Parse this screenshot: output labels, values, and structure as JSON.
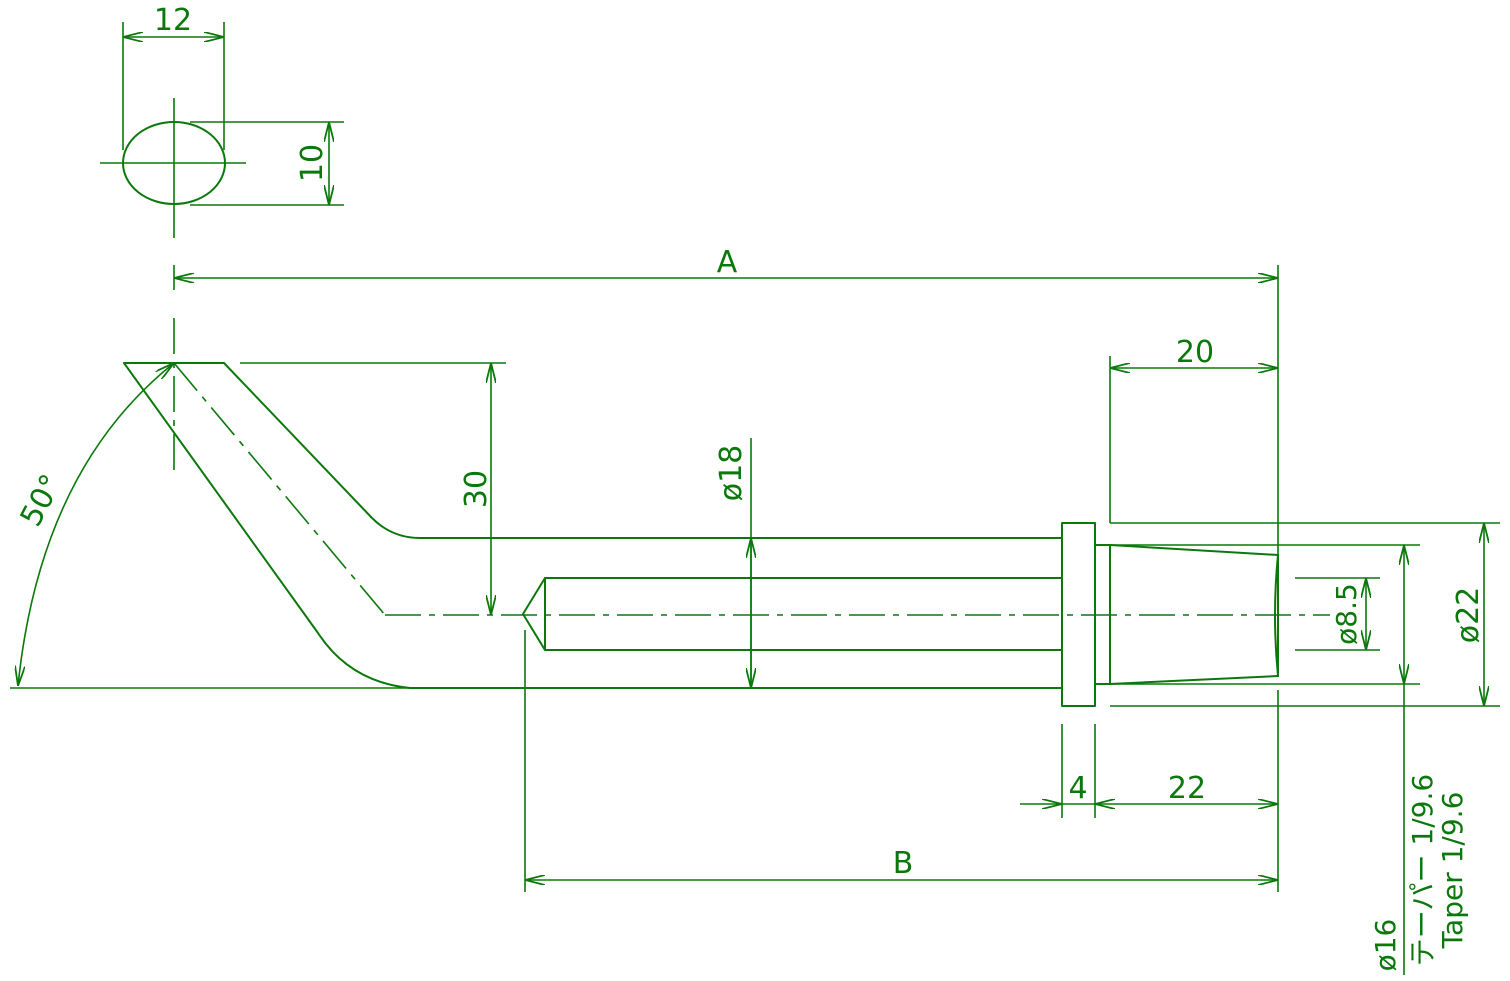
{
  "colors": {
    "ink": "#0b780b",
    "background": "#ffffff"
  },
  "dimensions": {
    "oval_width": "12",
    "oval_height": "10",
    "overall_length": "A",
    "shaft_length": "B",
    "bend_height": "30",
    "bend_angle": "50°",
    "shaft_diameter": "ø18",
    "bore_diameter": "ø8.5",
    "flange_diameter": "ø22",
    "taper_diameter": "ø16",
    "flange_thickness": "4",
    "taper_length": "22",
    "top_length": "20"
  },
  "notes": {
    "taper_jp": "テーパー 1/9.6",
    "taper_en": "Taper 1/9.6"
  }
}
